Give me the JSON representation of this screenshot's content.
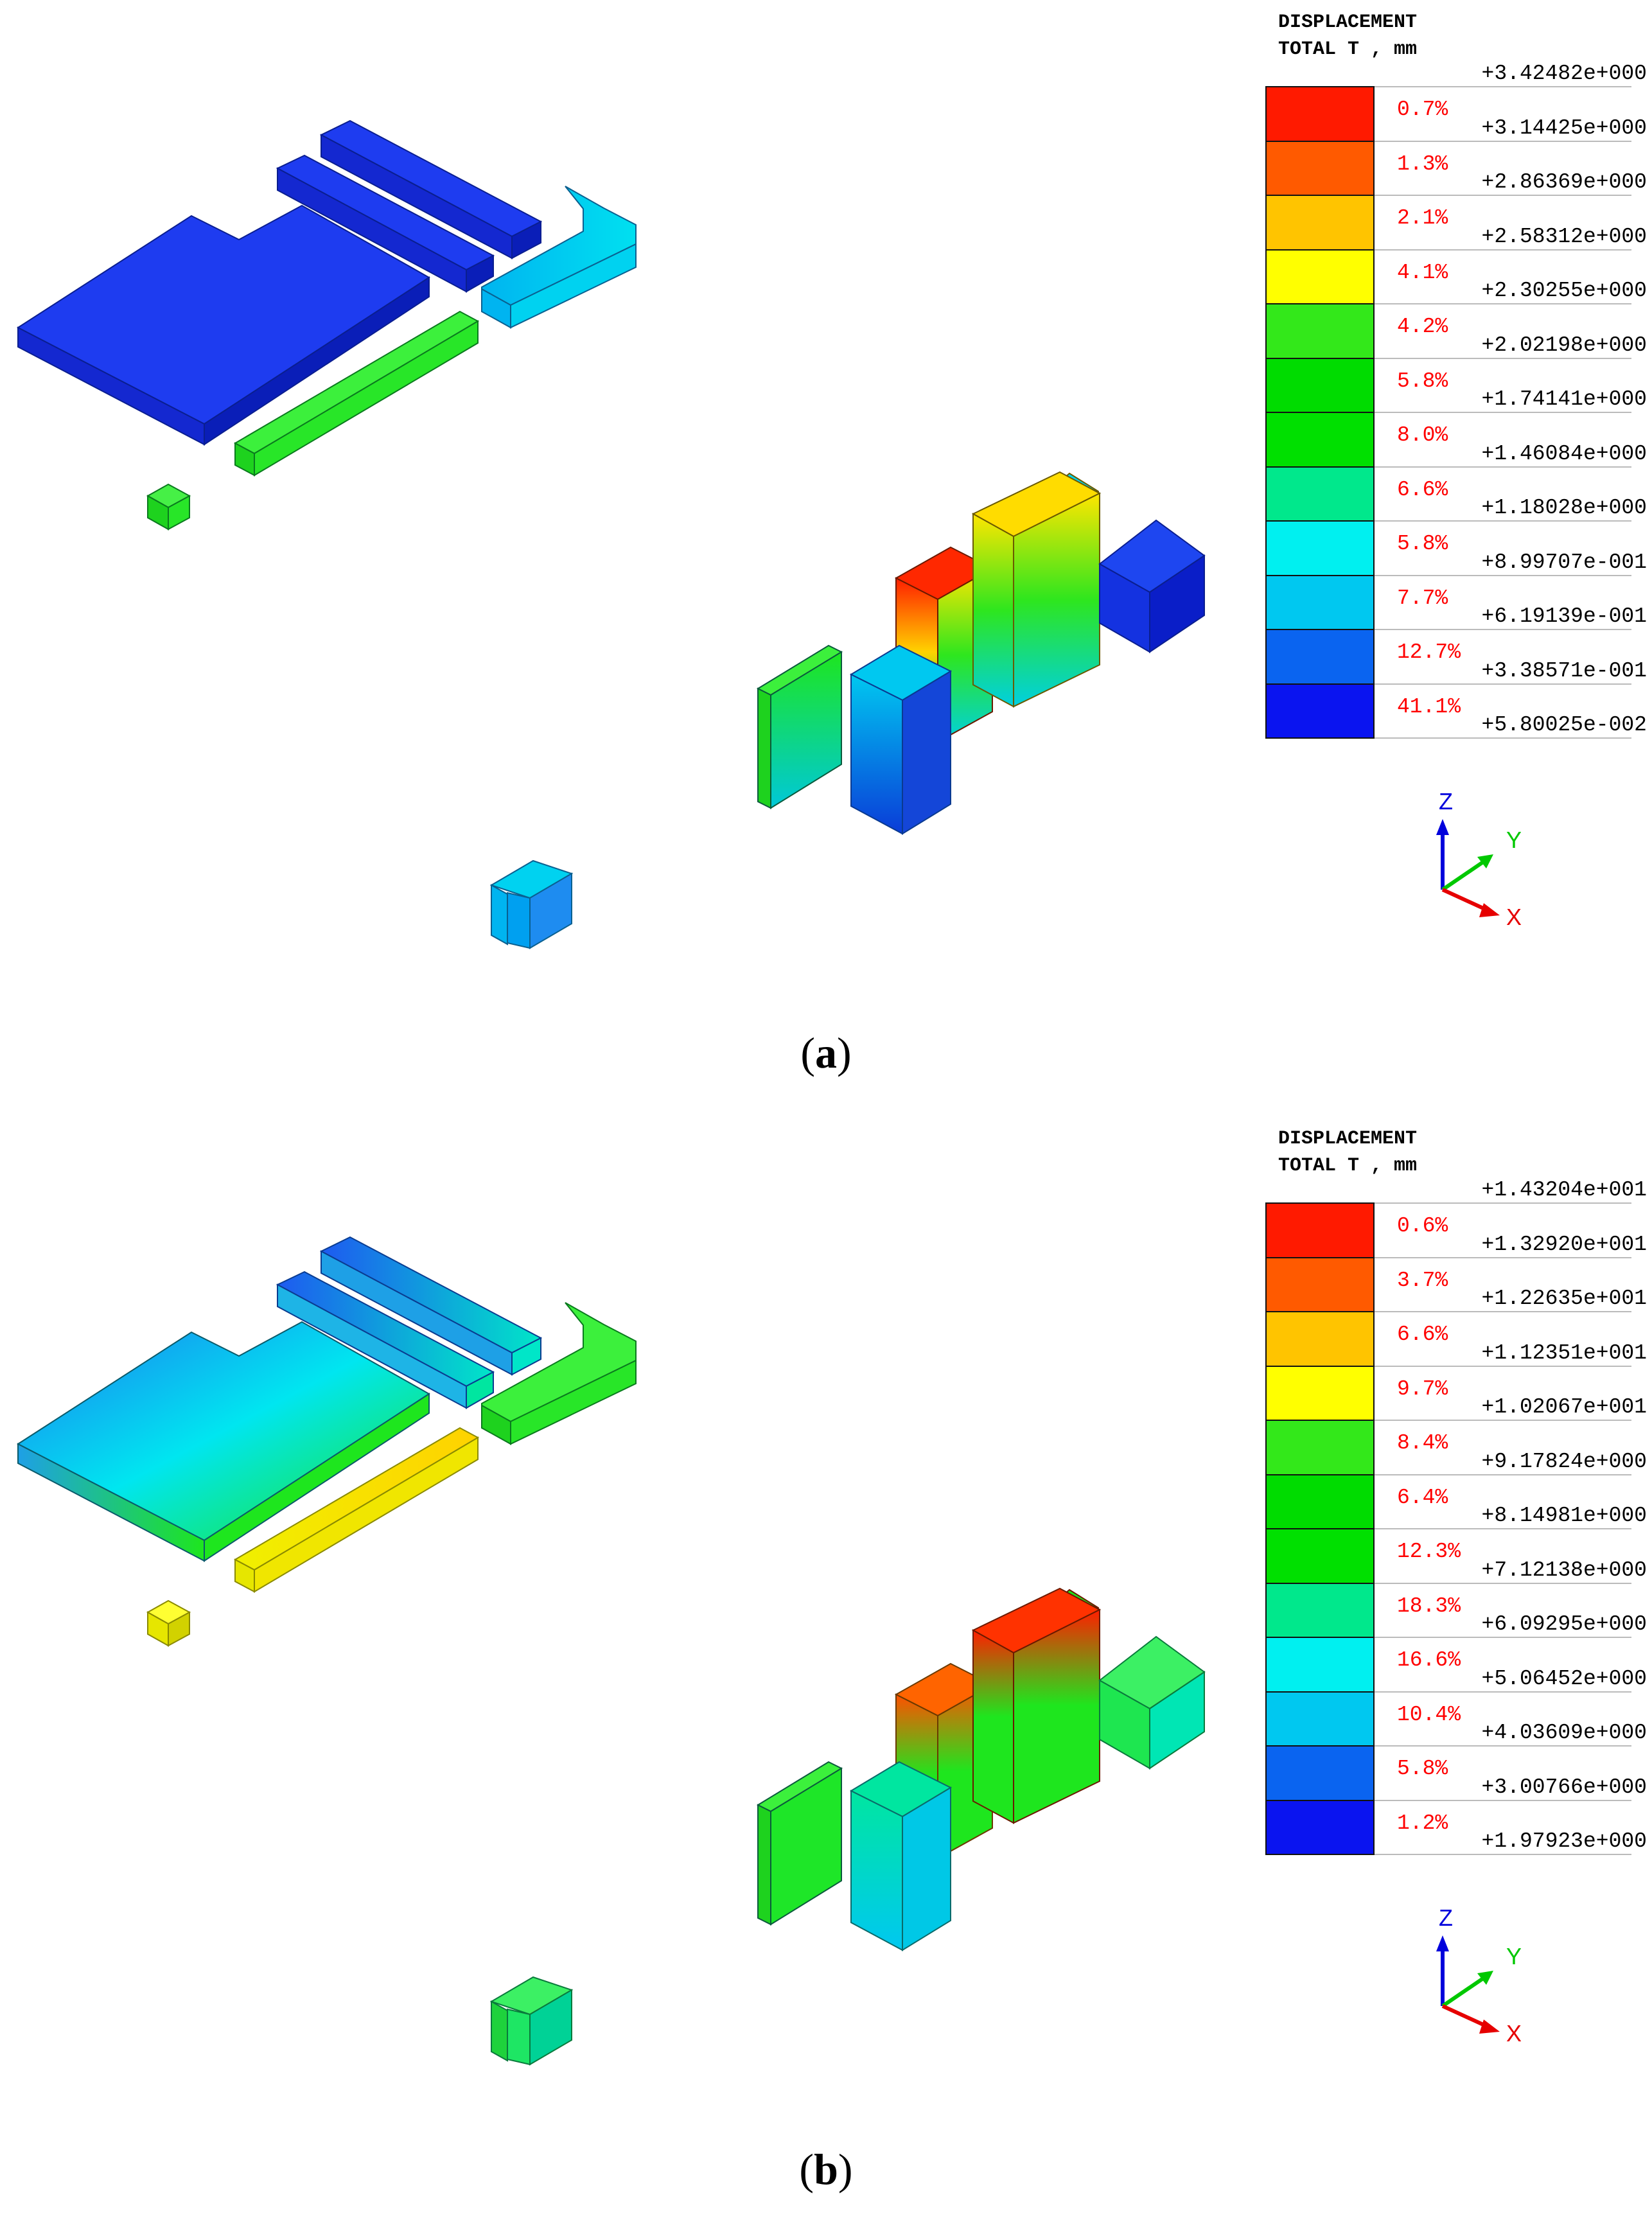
{
  "panels": [
    {
      "id": "a",
      "caption": "a",
      "legend": {
        "title_line1": "DISPLACEMENT",
        "title_line2": "TOTAL T , mm",
        "ticks": [
          "+3.42482e+000",
          "+3.14425e+000",
          "+2.86369e+000",
          "+2.58312e+000",
          "+2.30255e+000",
          "+2.02198e+000",
          "+1.74141e+000",
          "+1.46084e+000",
          "+1.18028e+000",
          "+8.99707e-001",
          "+6.19139e-001",
          "+3.38571e-001",
          "+5.80025e-002"
        ],
        "percents": [
          "0.7%",
          "1.3%",
          "2.1%",
          "4.1%",
          "4.2%",
          "5.8%",
          "8.0%",
          "6.6%",
          "5.8%",
          "7.7%",
          "12.7%",
          "41.1%"
        ],
        "band_colors": [
          "#ff1a00",
          "#ff5a00",
          "#ffc400",
          "#ffff00",
          "#33e81a",
          "#00dc00",
          "#00e000",
          "#00e88c",
          "#00f0f0",
          "#00c8f0",
          "#0a64f0",
          "#0a14f0"
        ]
      },
      "axis_triad": {
        "z_label": "Z",
        "y_label": "Y",
        "x_label": "X"
      }
    },
    {
      "id": "b",
      "caption": "b",
      "legend": {
        "title_line1": "DISPLACEMENT",
        "title_line2": "TOTAL T , mm",
        "ticks": [
          "+1.43204e+001",
          "+1.32920e+001",
          "+1.22635e+001",
          "+1.12351e+001",
          "+1.02067e+001",
          "+9.17824e+000",
          "+8.14981e+000",
          "+7.12138e+000",
          "+6.09295e+000",
          "+5.06452e+000",
          "+4.03609e+000",
          "+3.00766e+000",
          "+1.97923e+000"
        ],
        "percents": [
          "0.6%",
          "3.7%",
          "6.6%",
          "9.7%",
          "8.4%",
          "6.4%",
          "12.3%",
          "18.3%",
          "16.6%",
          "10.4%",
          "5.8%",
          "1.2%"
        ],
        "band_colors": [
          "#ff1a00",
          "#ff5a00",
          "#ffc400",
          "#ffff00",
          "#33e81a",
          "#00dc00",
          "#00e000",
          "#00e88c",
          "#00f0f0",
          "#00c8f0",
          "#0a64f0",
          "#0a14f0"
        ]
      },
      "axis_triad": {
        "z_label": "Z",
        "y_label": "Y",
        "x_label": "X"
      }
    }
  ]
}
